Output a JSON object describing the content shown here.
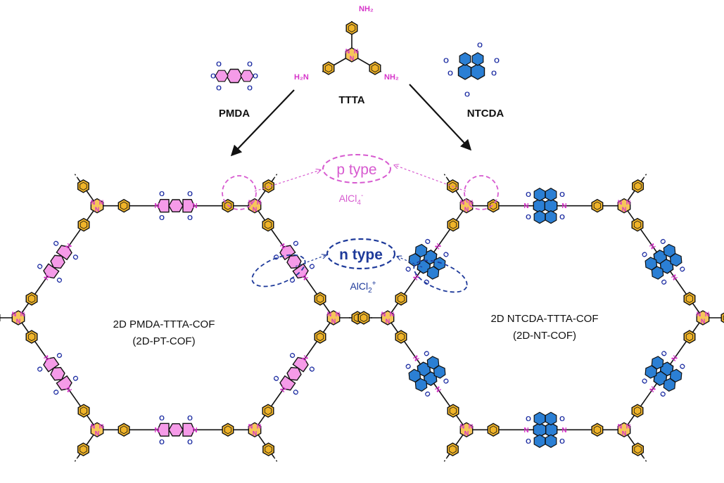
{
  "monomers": {
    "pmda": "PMDA",
    "ttta": "TTTA",
    "ntcda": "NTCDA",
    "nh2": "NH₂",
    "h2n": "H₂N"
  },
  "products": {
    "pt_name": "2D PMDA-TTTA-COF",
    "pt_short": "(2D-PT-COF)",
    "nt_name": "2D NTCDA-TTTA-COF",
    "nt_short": "(2D-NT-COF)"
  },
  "sites": {
    "p_label": "p type",
    "p_ion_base": "AlCl",
    "p_ion_sub": "4",
    "p_ion_sup": "-",
    "n_label": "n type",
    "n_ion_base": "AlCl",
    "n_ion_sub": "2",
    "n_ion_sup": "+"
  },
  "atoms": {
    "n": "N",
    "o": "O"
  },
  "colors": {
    "phenyl": "#f0b429",
    "triazine": "#f6c65a",
    "triazine_n": "#d633c9",
    "pmda_core": "#f59be8",
    "ntcda_core": "#2b7fd4",
    "carbonyl_o": "#1f2fa3",
    "imide_n": "#d633c9",
    "p_type": "#d75bd0",
    "n_type": "#1e3a9a",
    "bond": "#111111"
  }
}
